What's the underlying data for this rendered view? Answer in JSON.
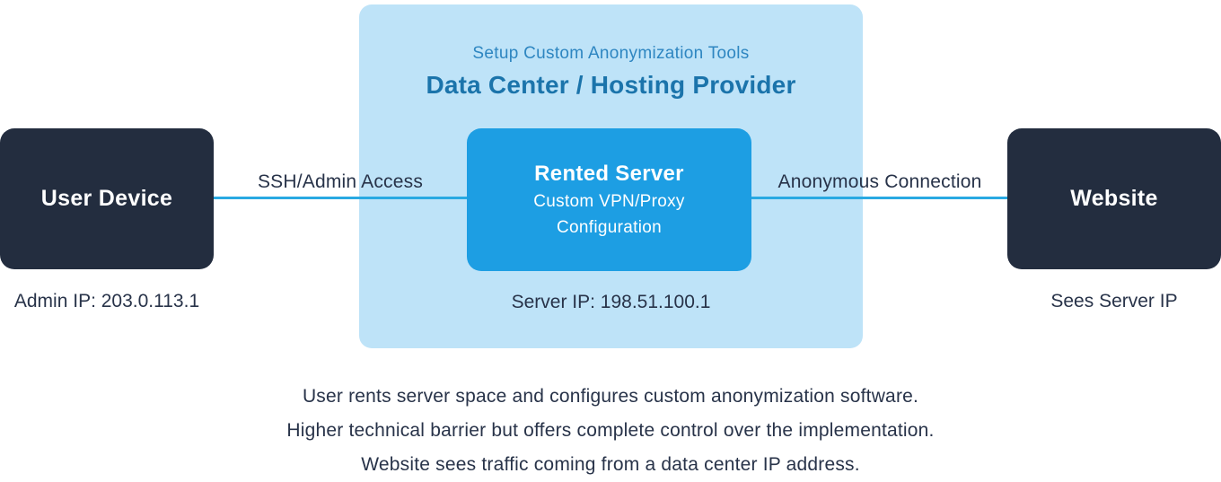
{
  "colors": {
    "container_bg": "#bee3f8",
    "server_box_bg": "#1d9ee3",
    "node_box_bg": "#232d3f",
    "connection_line": "#29a9e2",
    "title_text": "#1b74ab",
    "subtitle_text": "#2e86c1",
    "dark_text": "#283349",
    "white_text": "#ffffff"
  },
  "datacenter": {
    "subtitle": "Setup Custom Anonymization Tools",
    "title": "Data Center / Hosting Provider",
    "server": {
      "title": "Rented Server",
      "line1": "Custom VPN/Proxy",
      "line2": "Configuration"
    },
    "server_ip": "Server IP: 198.51.100.1"
  },
  "left_node": {
    "label": "User Device",
    "caption": "Admin IP: 203.0.113.1"
  },
  "right_node": {
    "label": "Website",
    "caption": "Sees Server IP"
  },
  "connections": {
    "left_label": "SSH/Admin Access",
    "right_label": "Anonymous Connection"
  },
  "footer": {
    "lines": [
      "User rents server space and configures custom anonymization software.",
      "Higher technical barrier but offers complete control over the implementation.",
      "Website sees traffic coming from a data center IP address."
    ]
  }
}
